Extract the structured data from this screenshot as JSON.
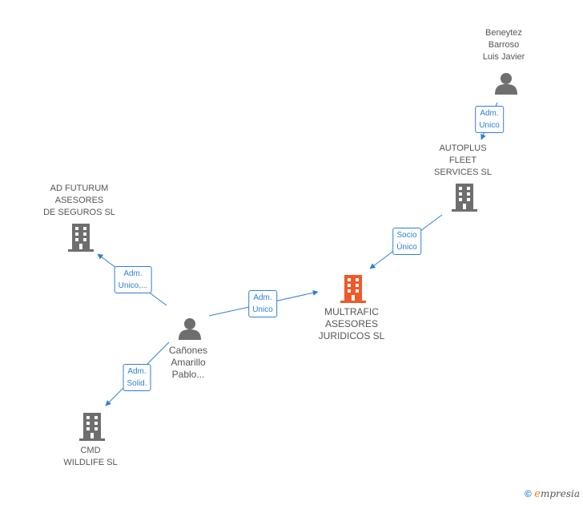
{
  "nodes": {
    "person_beneytez": {
      "lines": [
        "Beneytez",
        "Barroso",
        "Luis Javier"
      ]
    },
    "company_autoplus": {
      "lines": [
        "AUTOPLUS",
        "FLEET",
        "SERVICES SL"
      ]
    },
    "company_ad_futurum": {
      "lines": [
        "AD FUTURUM",
        "ASESORES",
        "DE SEGUROS SL"
      ]
    },
    "company_multrafic": {
      "lines": [
        "MULTRAFIC",
        "ASESORES",
        "JURIDICOS SL"
      ]
    },
    "person_canones": {
      "lines": [
        "Cañones",
        "Amarillo",
        "Pablo..."
      ]
    },
    "company_cmd": {
      "lines": [
        "CMD",
        "WILDLIFE SL"
      ]
    }
  },
  "edges": {
    "beneytez_autoplus": {
      "lines": [
        "Adm.",
        "Unico"
      ]
    },
    "autoplus_multrafic": {
      "lines": [
        "Socio",
        "Único"
      ]
    },
    "canones_ad_futurum": {
      "lines": [
        "Adm.",
        "Unico,..."
      ]
    },
    "canones_multrafic": {
      "lines": [
        "Adm.",
        "Unico"
      ]
    },
    "canones_cmd": {
      "lines": [
        "Adm.",
        "Solid."
      ]
    }
  },
  "colors": {
    "edge": "#2f7fd6",
    "company_icon": "#6e6e6e",
    "focus_company_icon": "#f0592a",
    "person_icon": "#6e6e6e"
  },
  "brand": {
    "copyright": "©",
    "e": "e",
    "rest": "mpresia"
  }
}
